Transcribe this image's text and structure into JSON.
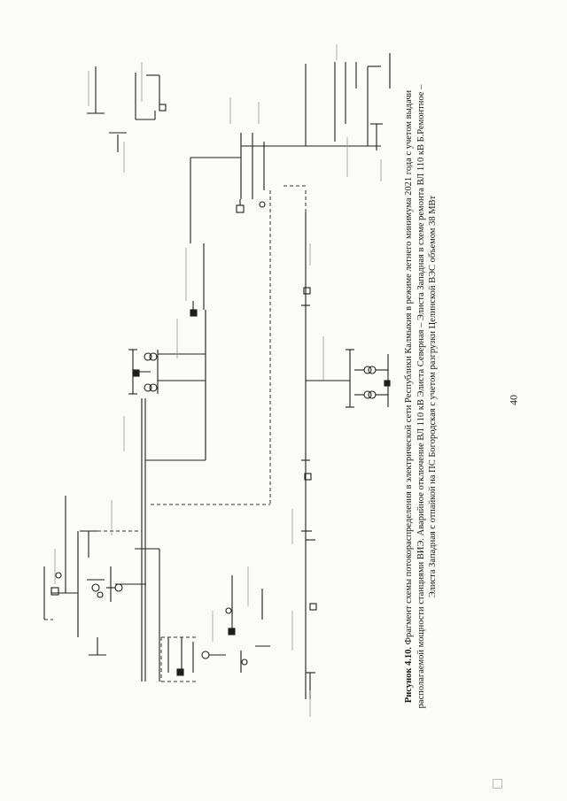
{
  "caption": {
    "label": "Рисунок 4.10.",
    "line1": "Фрагмент схемы потокораспределения в электрической сети Республики Калмыкия в режиме летнего минимума 2021 года с учетом выдачи",
    "line2": "располагаемой мощности станциями ВИЭ. Аварийное отключение ВЛ 110 кВ Элиста Северная – Элиста Западная в схеме ремонта ВЛ 110 кВ Б.Ремонтное –",
    "line3": "Элиста Западная с отпайкой на ПС Богородская с учетом разгрузки Целинской ВЭС объемом 38 МВт"
  },
  "page_number": "40",
  "colors": {
    "ink": "#1e1e1e",
    "faint": "#8c8c8c",
    "dashed": "#333333"
  }
}
